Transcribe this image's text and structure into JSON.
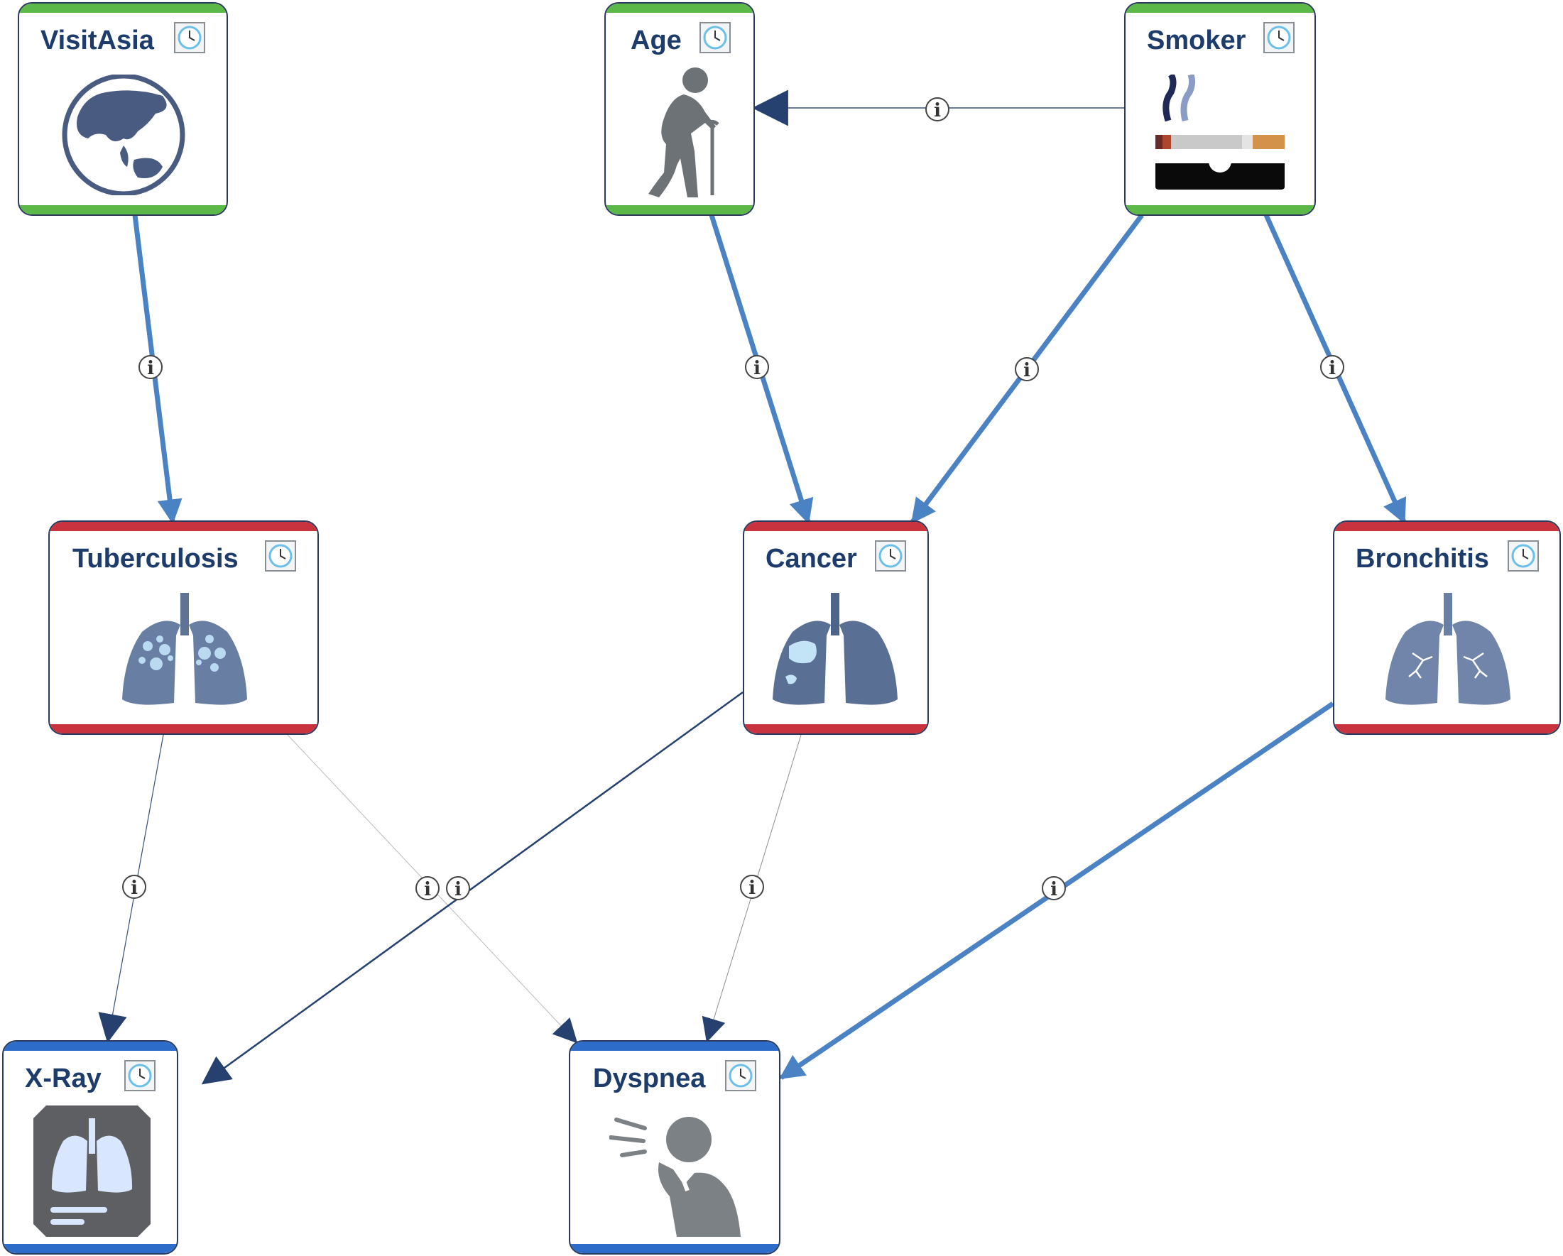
{
  "colors": {
    "root_band": "#5db84a",
    "intermediate_band": "#c8333f",
    "leaf_band": "#2d6cc8",
    "strong_edge": "#4a82c4",
    "weak_edge": "#2b3f74",
    "arrow_dark": "#26406f",
    "title": "#1d3b6b"
  },
  "nodes": {
    "visitasia": {
      "label": "VisitAsia",
      "icon": "globe-icon",
      "band": "root"
    },
    "age": {
      "label": "Age",
      "icon": "elderly-person-icon",
      "band": "root"
    },
    "smoker": {
      "label": "Smoker",
      "icon": "cigarette-icon",
      "band": "root"
    },
    "tuberculosis": {
      "label": "Tuberculosis",
      "icon": "lungs-spots-icon",
      "band": "intermediate"
    },
    "cancer": {
      "label": "Cancer",
      "icon": "lungs-tumor-icon",
      "band": "intermediate"
    },
    "bronchitis": {
      "label": "Bronchitis",
      "icon": "lungs-bronchi-icon",
      "band": "intermediate"
    },
    "xray": {
      "label": "X-Ray",
      "icon": "xray-film-icon",
      "band": "leaf"
    },
    "dyspnea": {
      "label": "Dyspnea",
      "icon": "coughing-person-icon",
      "band": "leaf"
    }
  },
  "edges": [
    {
      "from": "VisitAsia",
      "to": "Tuberculosis",
      "strength": "strong"
    },
    {
      "from": "Smoker",
      "to": "Age",
      "strength": "weak"
    },
    {
      "from": "Age",
      "to": "Cancer",
      "strength": "strong"
    },
    {
      "from": "Smoker",
      "to": "Cancer",
      "strength": "strong"
    },
    {
      "from": "Smoker",
      "to": "Bronchitis",
      "strength": "strong"
    },
    {
      "from": "Tuberculosis",
      "to": "X-Ray",
      "strength": "weak"
    },
    {
      "from": "Tuberculosis",
      "to": "Dyspnea",
      "strength": "faint"
    },
    {
      "from": "Cancer",
      "to": "X-Ray",
      "strength": "weak"
    },
    {
      "from": "Cancer",
      "to": "Dyspnea",
      "strength": "weak"
    },
    {
      "from": "Bronchitis",
      "to": "Dyspnea",
      "strength": "strong"
    }
  ],
  "info_icon": "info-icon",
  "clock_icon": "clock-icon"
}
